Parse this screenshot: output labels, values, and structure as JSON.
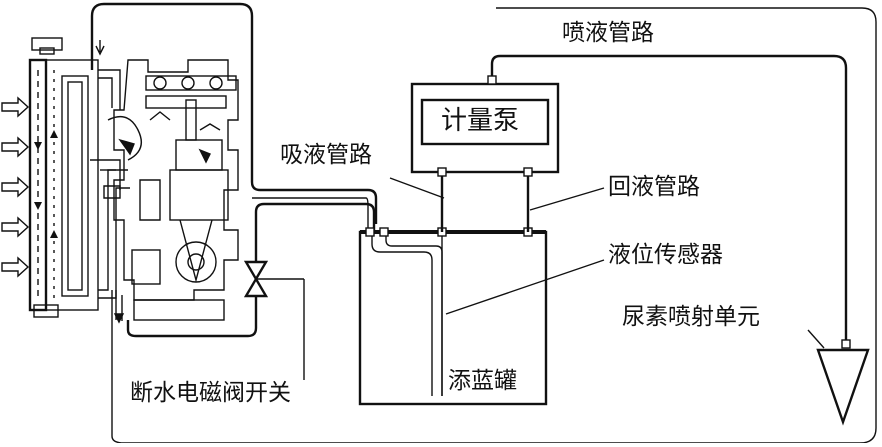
{
  "labels": {
    "spray_line": "喷液管路",
    "metering_pump": "计量泵",
    "suction_line": "吸液管路",
    "return_line": "回液管路",
    "level_sensor": "液位传感器",
    "urea_injector": "尿素喷射单元",
    "tank": "添蓝罐",
    "shutoff_valve": "断水电磁阀开关"
  }
}
